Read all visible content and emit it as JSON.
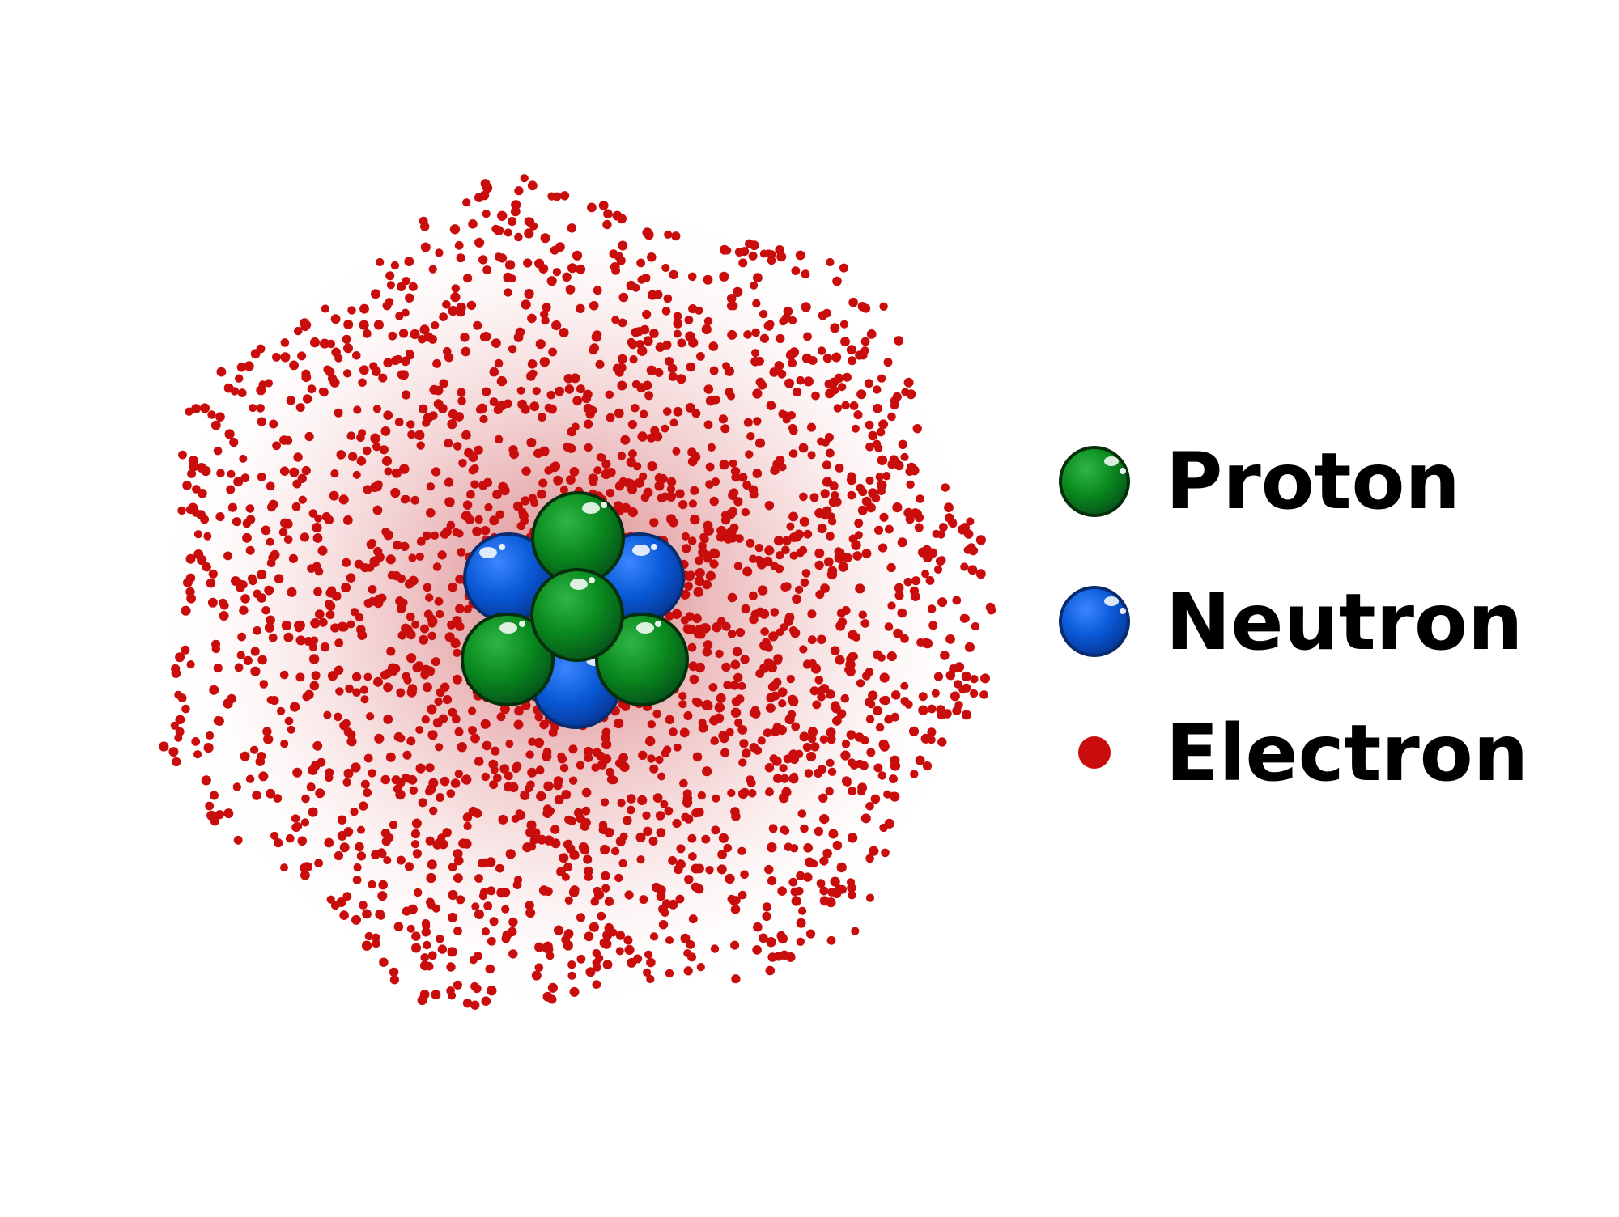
{
  "diagram": {
    "type": "atom-model",
    "nucleus": {
      "protons": 4,
      "neutrons": 3
    },
    "electron_cloud": {
      "style": "probability-dot-cloud"
    }
  },
  "legend": {
    "items": [
      {
        "label": "Proton",
        "color": "#0a8a1e",
        "icon": "proton-sphere-icon"
      },
      {
        "label": "Neutron",
        "color": "#0a5ad8",
        "icon": "neutron-sphere-icon"
      },
      {
        "label": "Electron",
        "color": "#c90d0d",
        "icon": "electron-dot-icon"
      }
    ]
  },
  "colors": {
    "background": "#ffffff",
    "proton": "#0a8a1e",
    "neutron": "#0a5ad8",
    "electron": "#c90d0d",
    "outline": "#062f0c",
    "neutron_outline": "#082c6e"
  }
}
